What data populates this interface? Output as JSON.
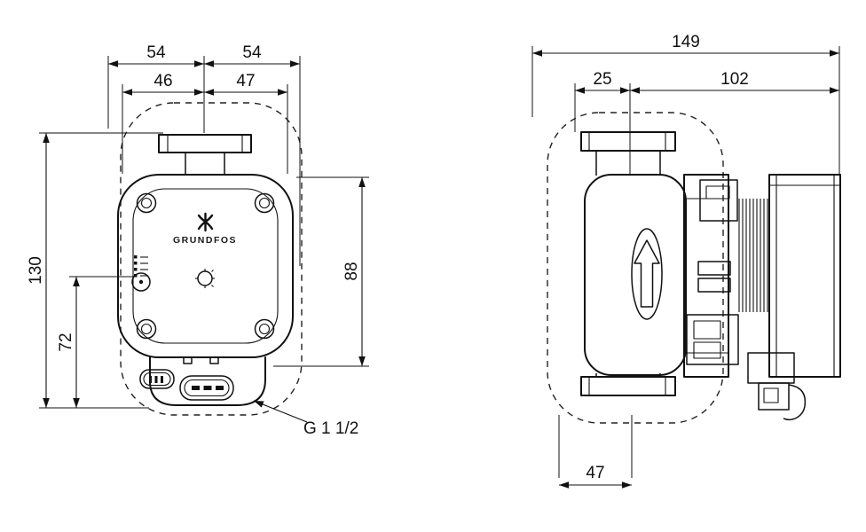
{
  "drawing": {
    "brand_label": "GRUNDFOS",
    "front_view": {
      "dim_top_left": "54",
      "dim_top_right": "54",
      "dim_flange_left": "46",
      "dim_flange_right": "47",
      "dim_height_total": "130",
      "dim_height_lower": "72",
      "dim_height_body": "88",
      "thread_label": "G 1 1/2"
    },
    "side_view": {
      "dim_width_total": "149",
      "dim_width_left": "25",
      "dim_width_right": "102",
      "dim_bottom_port": "47"
    }
  }
}
